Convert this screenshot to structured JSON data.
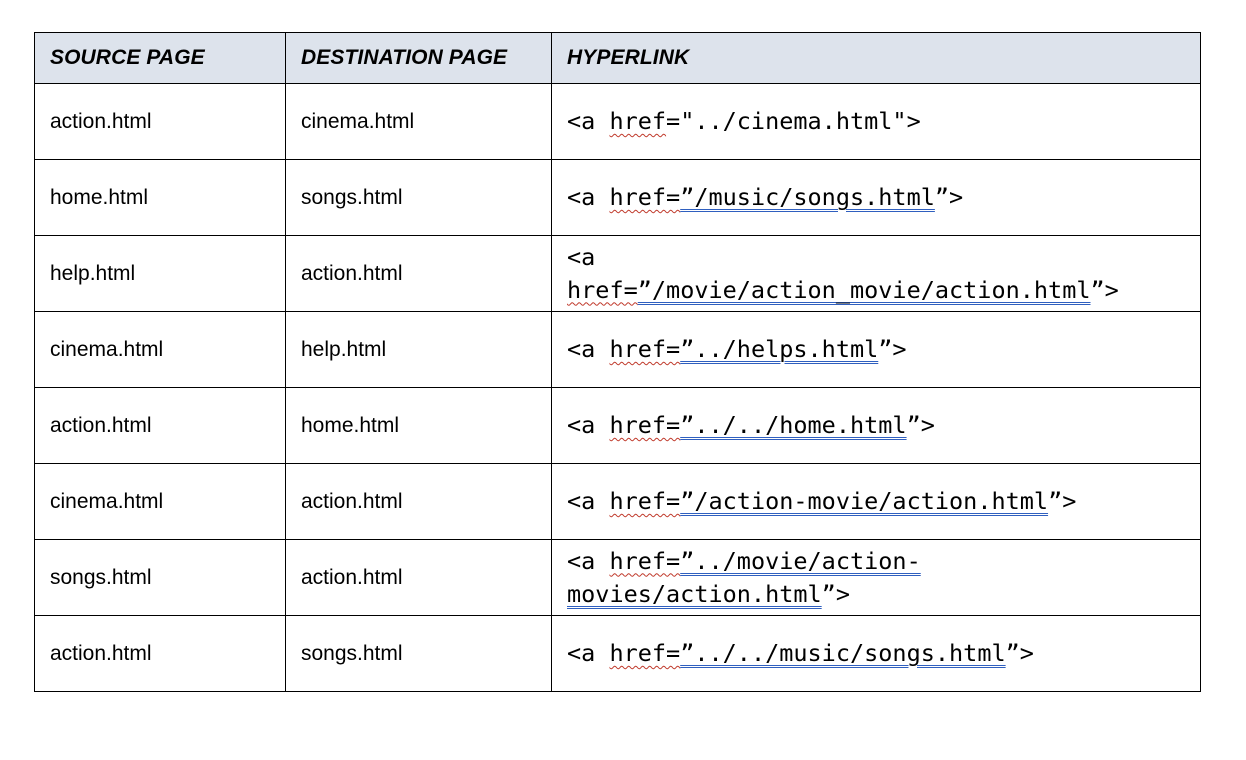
{
  "table": {
    "headers": [
      "SOURCE PAGE",
      "DESTINATION PAGE",
      "HYPERLINK"
    ],
    "rows": [
      {
        "source": "action.html",
        "destination": "cinema.html",
        "link_open": "<a ",
        "link_attr": "href",
        "link_path": "=\"../cinema.html\"",
        "link_close": ">"
      },
      {
        "source": "home.html",
        "destination": "songs.html",
        "link_open": "<a ",
        "link_attr": "href=",
        "link_path": "”/music/songs.html",
        "link_close": "”>"
      },
      {
        "source": "help.html",
        "destination": "action.html",
        "link_open": "<a\n",
        "link_attr": "href=",
        "link_path": "”/movie/action_movie/action.html",
        "link_close": "”>"
      },
      {
        "source": "cinema.html",
        "destination": "help.html",
        "link_open": "<a ",
        "link_attr": "href=",
        "link_path": "”../helps.html",
        "link_close": "”>"
      },
      {
        "source": "action.html",
        "destination": "home.html",
        "link_open": "<a ",
        "link_attr": "href=",
        "link_path": "”../../home.html",
        "link_close": "”>"
      },
      {
        "source": "cinema.html",
        "destination": "action.html",
        "link_open": "<a ",
        "link_attr": "href=",
        "link_path": "”/action-movie/action.html",
        "link_close": "”>"
      },
      {
        "source": "songs.html",
        "destination": "action.html",
        "link_open": "<a ",
        "link_attr": "href=",
        "link_path": "”../movie/action-\nmovies/action.html",
        "link_close": "”>"
      },
      {
        "source": "action.html",
        "destination": "songs.html",
        "link_open": "<a ",
        "link_attr": "href=",
        "link_path": "”../../music/songs.html",
        "link_close": "”>"
      }
    ]
  }
}
